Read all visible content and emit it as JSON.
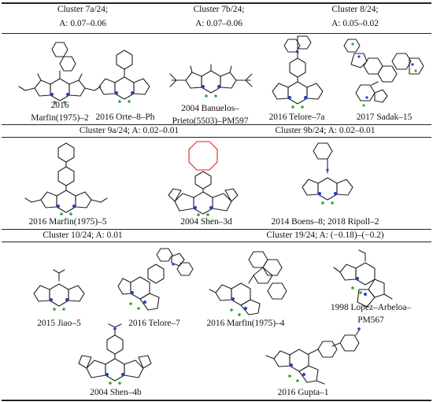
{
  "table": {
    "row1": {
      "headers": [
        {
          "line1": "Cluster 7a/24;",
          "line2": "A: 0.07–0.06"
        },
        {
          "line1": "Cluster 7b/24;",
          "line2": "A: 0.07–0.06"
        },
        {
          "line1": "Cluster 8/24;",
          "line2": "A: 0.05–0.02"
        }
      ],
      "compounds": [
        {
          "line1": "2016",
          "line2": "Marfin(1975)–2"
        },
        {
          "label": "2016 Orte–8–Ph"
        },
        {
          "line1": "2004 Banuelos–",
          "line2": "Prieto(5503)–PM597"
        },
        {
          "label": "2016 Telore–7a"
        },
        {
          "label": "2017 Sadak–15"
        }
      ]
    },
    "row2": {
      "headers": [
        {
          "label": "Cluster 9a/24; A: 0.02–0.01"
        },
        {
          "label": "Cluster 9b/24; A: 0.02–0.01"
        }
      ],
      "compounds": [
        {
          "label": "2016 Marfin(1975)–5"
        },
        {
          "label": "2004 Shen–3d"
        },
        {
          "label": "2014 Boens–8; 2018 Ripoll–2"
        }
      ]
    },
    "row3": {
      "headers": [
        {
          "label": "Cluster 10/24; A: 0.01"
        },
        {
          "label": "Cluster 19/24; A: (−0.18)–(−0.2)"
        }
      ],
      "compounds": [
        {
          "label": "2015 Jiao–5"
        },
        {
          "label": "2016 Telore–7"
        },
        {
          "label": "2016 Marfin(1975)–4"
        },
        {
          "line1": "1998 Lopez–Arbeloa–",
          "line2": "PM567"
        },
        {
          "label": "2004 Shen–4b"
        },
        {
          "label": "2016 Gupta–1"
        }
      ]
    }
  }
}
